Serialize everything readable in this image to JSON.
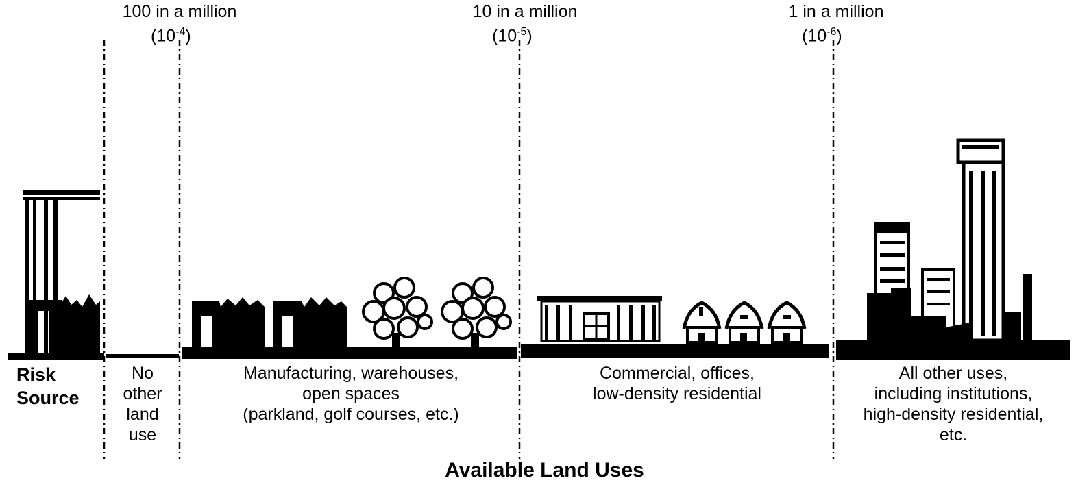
{
  "thresholds": [
    {
      "line1": "100 in a million",
      "base": "(10",
      "exp": "-4",
      "close": ")"
    },
    {
      "line1": "10 in a million",
      "base": "(10",
      "exp": "-5",
      "close": ")"
    },
    {
      "line1": "1 in a million",
      "base": "(10",
      "exp": "-6",
      "close": ")"
    }
  ],
  "risk_source": {
    "line1": "Risk",
    "line2": "Source"
  },
  "zones": [
    {
      "lines": [
        "No",
        "other",
        "land",
        "use"
      ]
    },
    {
      "lines": [
        "Manufacturing, warehouses,",
        "open spaces",
        "(parkland, golf courses, etc.)"
      ]
    },
    {
      "lines": [
        "Commercial, offices,",
        "low-density residential"
      ]
    },
    {
      "lines": [
        "All other uses,",
        "including institutions,",
        "high-density residential,",
        "etc."
      ]
    }
  ],
  "footer": {
    "title": "Available Land Uses"
  },
  "icons": [
    "refinery-icon",
    "factory-icon",
    "tree-icon",
    "office-building-icon",
    "house-icon",
    "skyscraper-icon"
  ]
}
